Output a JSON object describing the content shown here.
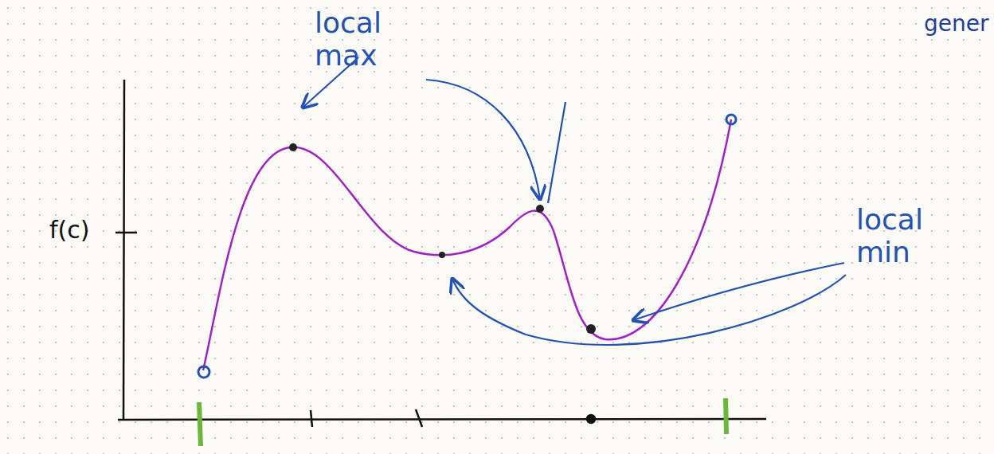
{
  "diagram": {
    "labels": [
      "gener",
      "local max",
      "f(c)",
      "local min"
    ]
  }
}
